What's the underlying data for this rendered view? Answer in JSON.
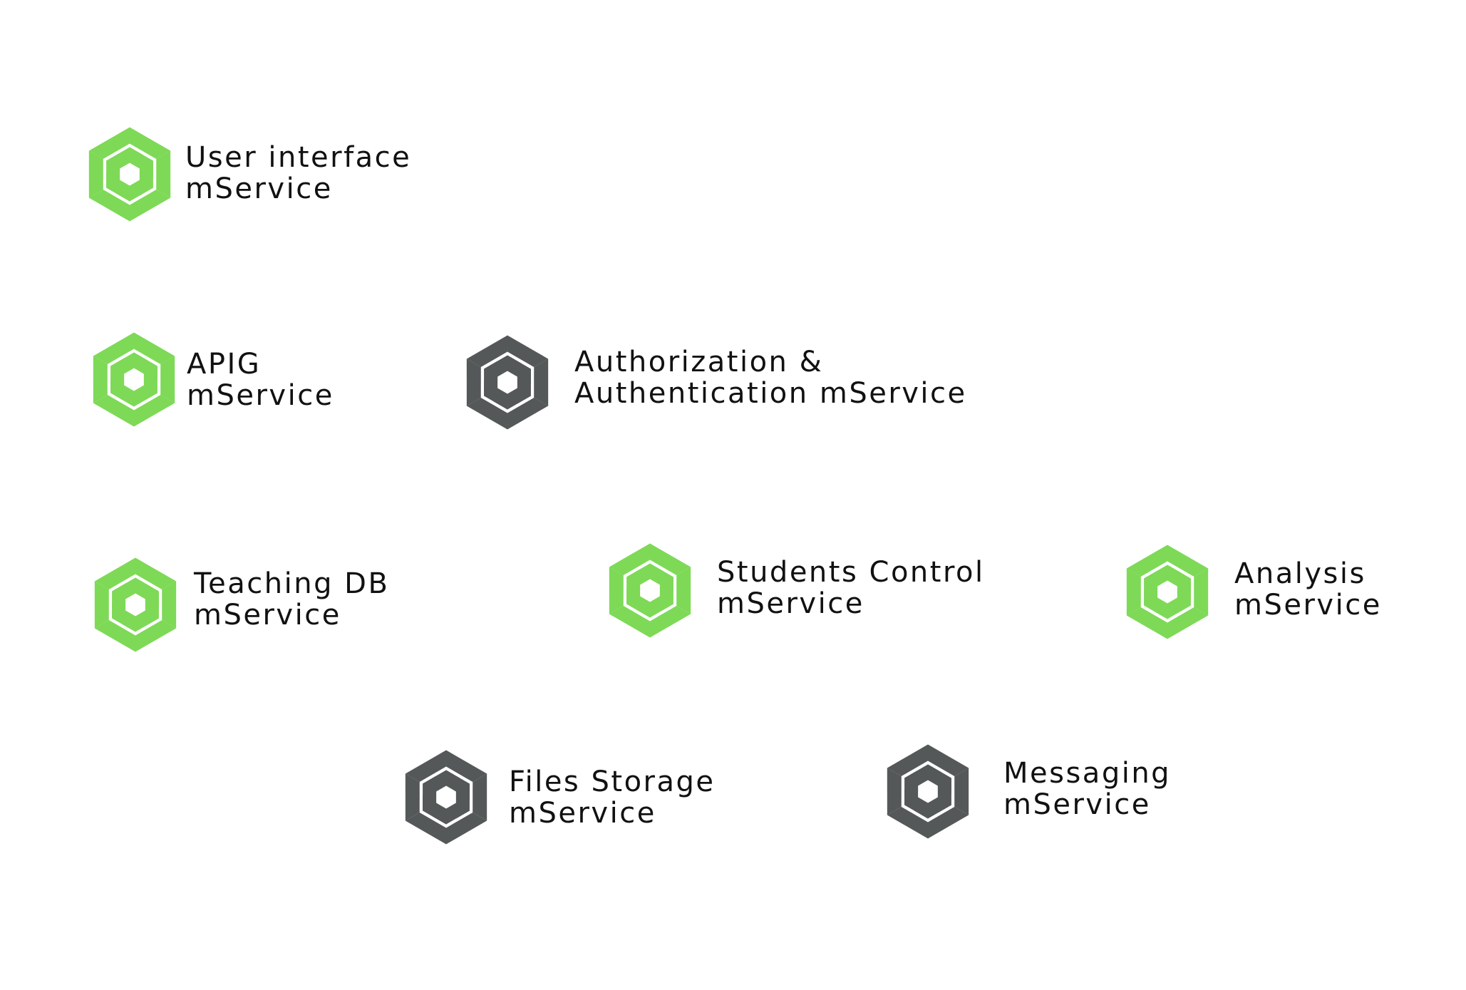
{
  "colors": {
    "active": "#7ed957",
    "inactive": "#545859",
    "text": "#111111",
    "background": "#ffffff"
  },
  "icon": "hexagon-spiral-logo-icon",
  "services": [
    {
      "id": "user-interface",
      "status": "active",
      "line1": "User interface",
      "line2": "mService"
    },
    {
      "id": "apig",
      "status": "active",
      "line1": "APIG",
      "line2": "mService"
    },
    {
      "id": "authorization",
      "status": "inactive",
      "line1": "Authorization &",
      "line2": "Authentication mService"
    },
    {
      "id": "teaching-db",
      "status": "active",
      "line1": "Teaching DB",
      "line2": "mService"
    },
    {
      "id": "students-control",
      "status": "active",
      "line1": "Students Control",
      "line2": "mService"
    },
    {
      "id": "analysis",
      "status": "active",
      "line1": "Analysis",
      "line2": "mService"
    },
    {
      "id": "files-storage",
      "status": "inactive",
      "line1": "Files Storage",
      "line2": "mService"
    },
    {
      "id": "messaging",
      "status": "inactive",
      "line1": "Messaging",
      "line2": "mService"
    }
  ]
}
